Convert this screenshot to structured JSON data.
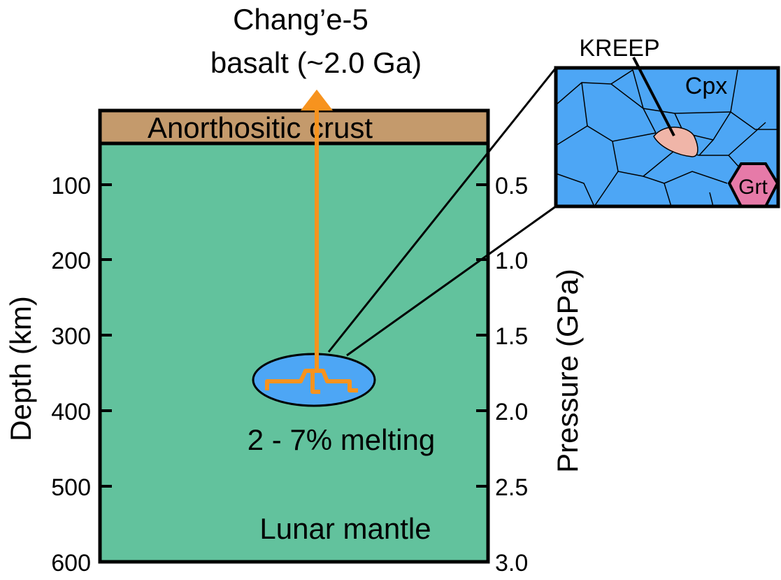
{
  "title": {
    "line1": "Chang’e-5",
    "line2": "basalt (~2.0 Ga)"
  },
  "layers": {
    "crust": "Anorthositic crust",
    "mantle": "Lunar mantle"
  },
  "melt_zone_label": "2 - 7% melting",
  "axes": {
    "left_title": "Depth (km)",
    "left_ticks": [
      "100",
      "200",
      "300",
      "400",
      "500",
      "600"
    ],
    "right_title": "Pressure (GPa)",
    "right_ticks": [
      "0.5",
      "1.0",
      "1.5",
      "2.0",
      "2.5",
      "3.0"
    ]
  },
  "inset": {
    "kreep": "KREEP",
    "cpx": "Cpx",
    "grt": "Grt"
  },
  "colors": {
    "crust": "#c49a6c",
    "mantle": "#62c29d",
    "melt": "#4da6f5",
    "magma": "#f7931e",
    "kreep": "#f0b5a8",
    "garnet": "#e67aa8",
    "outline": "#000000"
  }
}
